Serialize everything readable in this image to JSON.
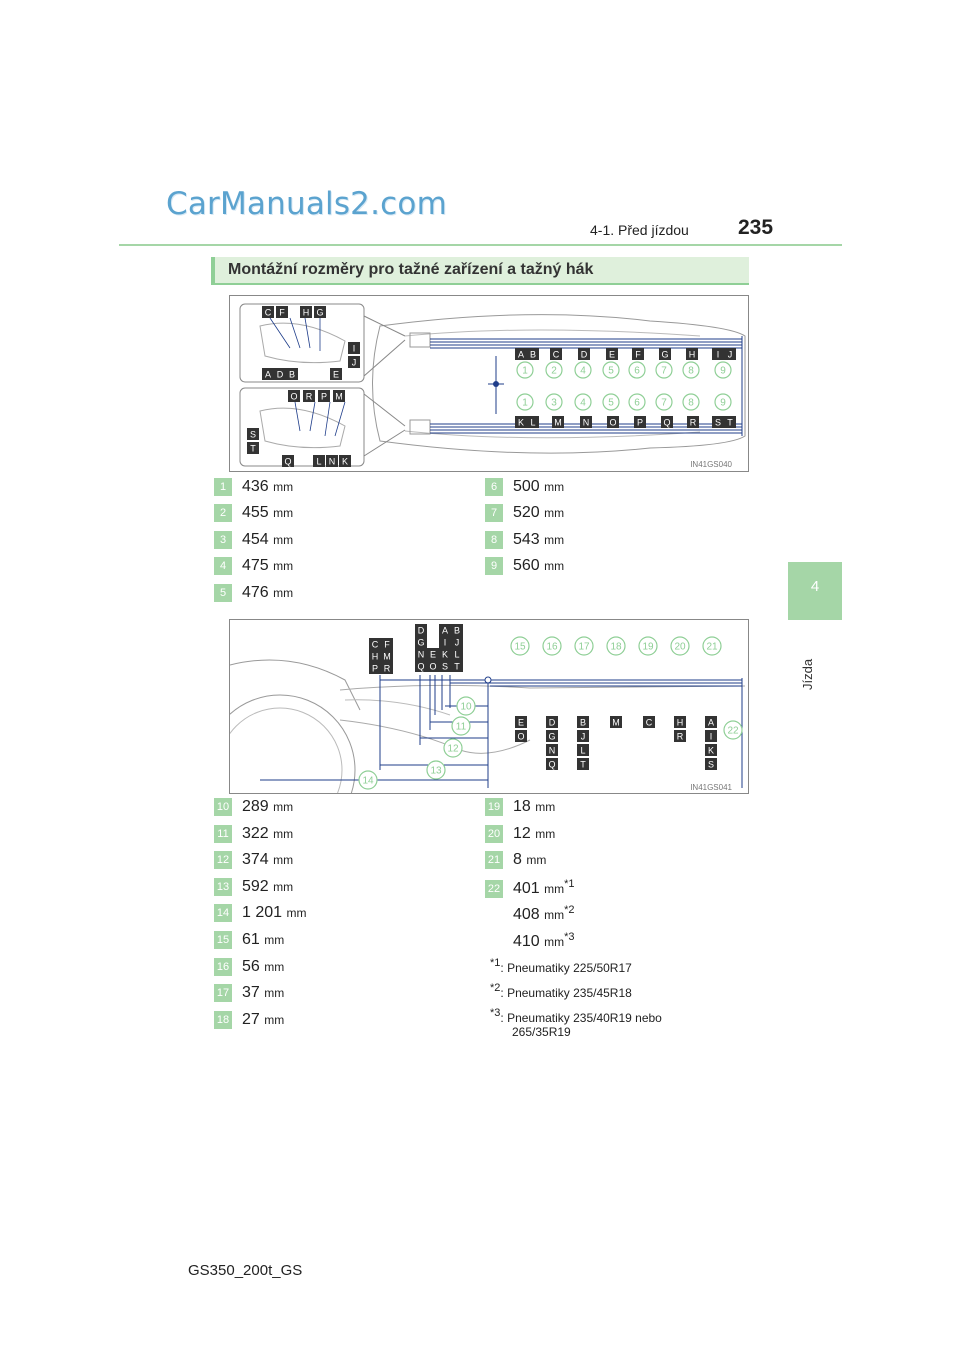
{
  "watermark": "CarManuals2.com",
  "header": {
    "running_head": "4-1. Před jízdou",
    "page_number": "235"
  },
  "chapter": {
    "number": "4",
    "label": "Jízda"
  },
  "section": {
    "title": "Montážní rozměry pro tažné zařízení a tažný hák"
  },
  "figure_top": {
    "code": "IN41GS040",
    "inset_upper_top": [
      "C",
      "F",
      "H",
      "G"
    ],
    "inset_upper_right": [
      "I",
      "J"
    ],
    "inset_upper_bottom": [
      "A",
      "D",
      "B",
      "E"
    ],
    "inset_lower_top": [
      "O",
      "R",
      "P",
      "M"
    ],
    "inset_lower_left": [
      "S",
      "T"
    ],
    "inset_lower_bottom": [
      "Q",
      "L",
      "N",
      "K"
    ],
    "row1_letters": [
      "A",
      "B",
      "C",
      "D",
      "E",
      "F",
      "G",
      "H",
      "I",
      "J"
    ],
    "row2_circles": [
      "1",
      "2",
      "4",
      "5",
      "6",
      "7",
      "8",
      "9"
    ],
    "row3_circles": [
      "1",
      "3",
      "4",
      "5",
      "6",
      "7",
      "8",
      "9"
    ],
    "row4_letters": [
      "K",
      "L",
      "M",
      "N",
      "O",
      "P",
      "Q",
      "R",
      "S",
      "T"
    ]
  },
  "figure_bottom": {
    "code": "IN41GS041",
    "top_left_block": [
      "C",
      "F",
      "H",
      "M",
      "P",
      "R"
    ],
    "top_mid_block": [
      "D",
      "G",
      "N",
      "E",
      "Q",
      "O"
    ],
    "top_right_block": [
      "A",
      "B",
      "I",
      "J",
      "K",
      "L",
      "S",
      "T"
    ],
    "top_circles": [
      "15",
      "16",
      "17",
      "18",
      "19",
      "20",
      "21"
    ],
    "right_circle": "22",
    "left_circles": [
      "10",
      "11",
      "12",
      "13",
      "14"
    ],
    "col1": [
      "E",
      "O"
    ],
    "col2": [
      "D",
      "G",
      "N",
      "Q"
    ],
    "col3": [
      "B",
      "J",
      "L",
      "T"
    ],
    "col4": [
      "M"
    ],
    "col5": [
      "C"
    ],
    "col6": [
      "H",
      "R"
    ],
    "col7": [
      "A",
      "I",
      "K",
      "S"
    ]
  },
  "dims_top_left": [
    {
      "n": "1",
      "v": "436",
      "u": "mm"
    },
    {
      "n": "2",
      "v": "455",
      "u": "mm"
    },
    {
      "n": "3",
      "v": "454",
      "u": "mm"
    },
    {
      "n": "4",
      "v": "475",
      "u": "mm"
    },
    {
      "n": "5",
      "v": "476",
      "u": "mm"
    }
  ],
  "dims_top_right": [
    {
      "n": "6",
      "v": "500",
      "u": "mm"
    },
    {
      "n": "7",
      "v": "520",
      "u": "mm"
    },
    {
      "n": "8",
      "v": "543",
      "u": "mm"
    },
    {
      "n": "9",
      "v": "560",
      "u": "mm"
    }
  ],
  "dims_bottom_left": [
    {
      "n": "10",
      "v": "289",
      "u": "mm"
    },
    {
      "n": "11",
      "v": "322",
      "u": "mm"
    },
    {
      "n": "12",
      "v": "374",
      "u": "mm"
    },
    {
      "n": "13",
      "v": "592",
      "u": "mm"
    },
    {
      "n": "14",
      "v": "1 201",
      "u": "mm"
    },
    {
      "n": "15",
      "v": "61",
      "u": "mm"
    },
    {
      "n": "16",
      "v": "56",
      "u": "mm"
    },
    {
      "n": "17",
      "v": "37",
      "u": "mm"
    },
    {
      "n": "18",
      "v": "27",
      "u": "mm"
    }
  ],
  "dims_bottom_right": [
    {
      "n": "19",
      "v": "18",
      "u": "mm"
    },
    {
      "n": "20",
      "v": "12",
      "u": "mm"
    },
    {
      "n": "21",
      "v": "8",
      "u": "mm"
    },
    {
      "n": "22",
      "v": "401",
      "u": "mm",
      "sup": "*1"
    }
  ],
  "dim22_extra": [
    {
      "v": "408",
      "u": "mm",
      "sup": "*2"
    },
    {
      "v": "410",
      "u": "mm",
      "sup": "*3"
    }
  ],
  "notes": [
    {
      "mark": "*1",
      "text": ": Pneumatiky 225/50R17"
    },
    {
      "mark": "*2",
      "text": ": Pneumatiky 235/45R18"
    },
    {
      "mark": "*3",
      "text": ": Pneumatiky 235/40R19 nebo"
    }
  ],
  "note3_cont": "265/35R19",
  "footer": {
    "model": "GS350_200t_GS"
  },
  "colors": {
    "accent_green": "#a5d6a7",
    "label_dark": "#333333",
    "diagram_blue": "#1f3d8a",
    "watermark_blue": "#5ba3cf"
  }
}
